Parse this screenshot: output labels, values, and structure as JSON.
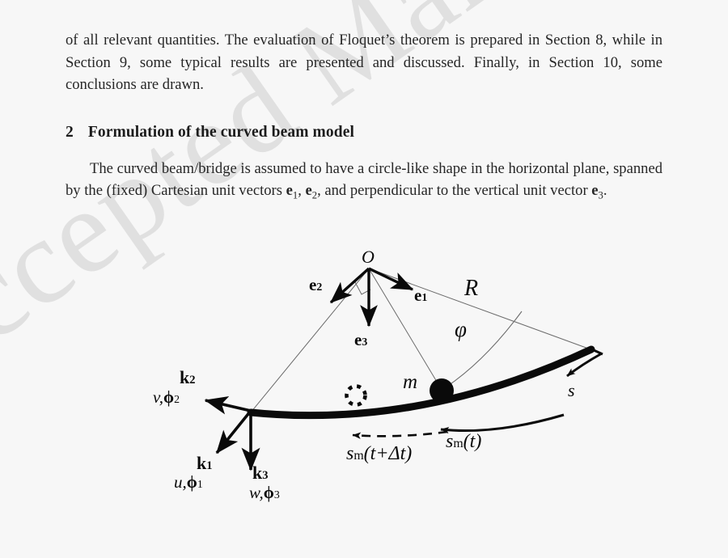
{
  "page": {
    "background_color": "#f7f7f7",
    "text_color": "#262626",
    "ink_color": "#0a0a0a",
    "watermark": "ccepted Manuscript",
    "watermark_color": "#dcdcdc"
  },
  "body_text": {
    "paragraph_1": "of all relevant quantities. The evaluation of Floquet’s theorem is prepared in Section 8, while in Section 9, some typical results are presented and discussed. Finally, in Section 10, some conclusions are drawn.",
    "section_number": "2",
    "section_title": "Formulation of the curved beam model",
    "paragraph_2_part1": "The curved beam/bridge is assumed to have a circle-like shape in the horizontal plane, spanned by the (fixed) Cartesian unit vectors ",
    "paragraph_2_vec1": "e",
    "paragraph_2_vec1_sub": "1",
    "paragraph_2_sep1": ", ",
    "paragraph_2_vec2": "e",
    "paragraph_2_vec2_sub": "2",
    "paragraph_2_part2": ", and perpendicular to the vertical unit vector ",
    "paragraph_2_vec3": "e",
    "paragraph_2_vec3_sub": "3",
    "paragraph_2_end": "."
  },
  "figure": {
    "origin_label": "O",
    "unit_vectors": [
      {
        "name": "e1",
        "symbol": "e",
        "sub": "1"
      },
      {
        "name": "e2",
        "symbol": "e",
        "sub": "2"
      },
      {
        "name": "e3",
        "symbol": "e",
        "sub": "3"
      }
    ],
    "radius_label": "R",
    "angle_label": "φ",
    "mass_label": "m",
    "arclength_label": "s",
    "position_label_t": "s",
    "position_label_t_sub": "m",
    "position_label_t_arg": "(t)",
    "position_label_tdt": "s",
    "position_label_tdt_sub": "m",
    "position_label_tdt_arg": "(t+Δt)",
    "beam_vectors": [
      {
        "name": "k1",
        "symbol": "k",
        "sub": "1",
        "dof": "u,",
        "dof_phi": "ϕ",
        "dof_sub": "1"
      },
      {
        "name": "k2",
        "symbol": "k",
        "sub": "2",
        "dof": "v,",
        "dof_phi": "ϕ",
        "dof_sub": "2"
      },
      {
        "name": "k3",
        "symbol": "k",
        "sub": "3",
        "dof": "w,",
        "dof_phi": "ϕ",
        "dof_sub": "3"
      }
    ]
  }
}
